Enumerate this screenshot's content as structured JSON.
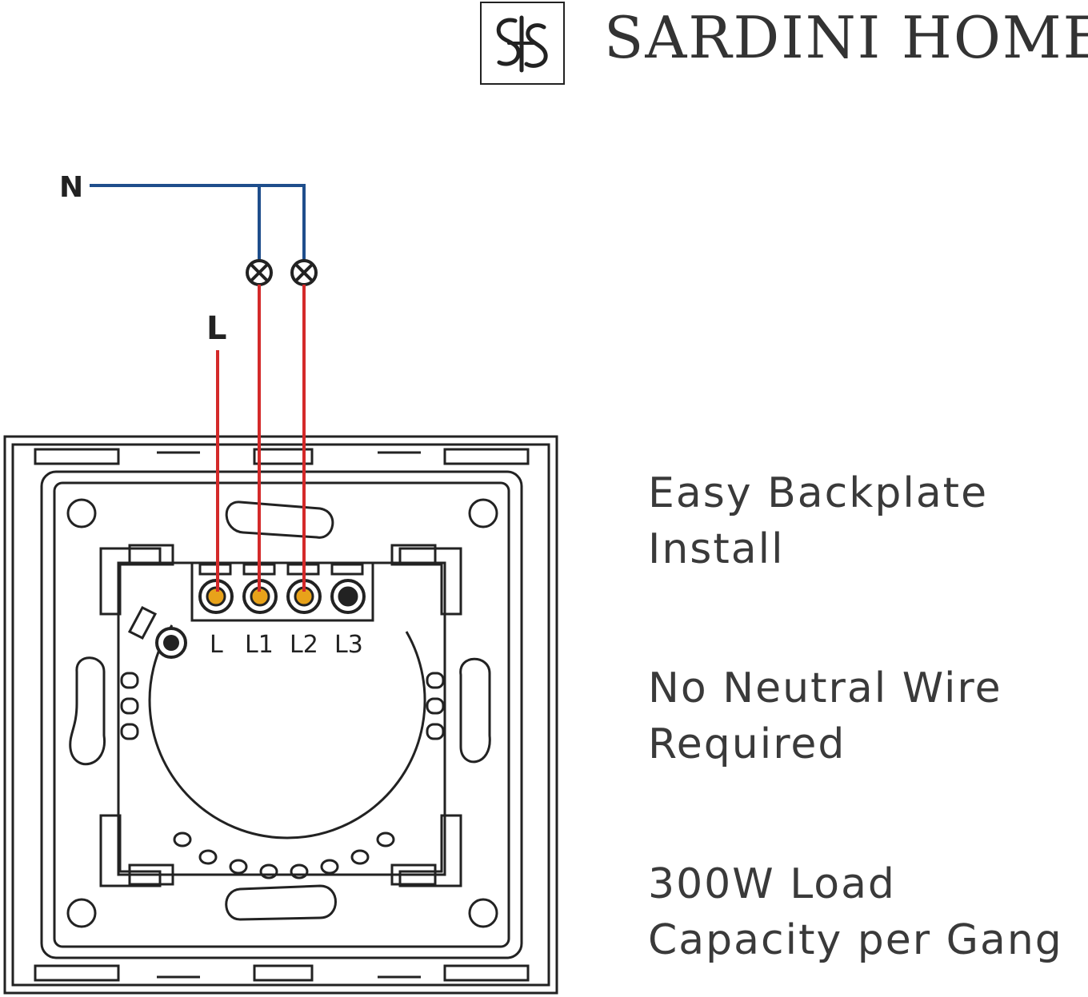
{
  "brand": {
    "name": "SARDINI HOME",
    "logo_icon": "sh-monogram-icon"
  },
  "wiring": {
    "neutral_label": "N",
    "live_label": "L",
    "lamp_icon": "lamp-symbol-icon",
    "terminal_labels": [
      "L",
      "L1",
      "L2",
      "L3"
    ],
    "colors": {
      "neutral_wire": "#1f4e8c",
      "live_wire": "#d42a2a",
      "terminal_connected": "#e8a21a",
      "outline": "#222222"
    }
  },
  "features": [
    {
      "line1": "Easy Backplate",
      "line2": "Install"
    },
    {
      "line1": "No Neutral Wire",
      "line2": "Required"
    },
    {
      "line1": "300W Load",
      "line2": "Capacity per Gang"
    }
  ]
}
